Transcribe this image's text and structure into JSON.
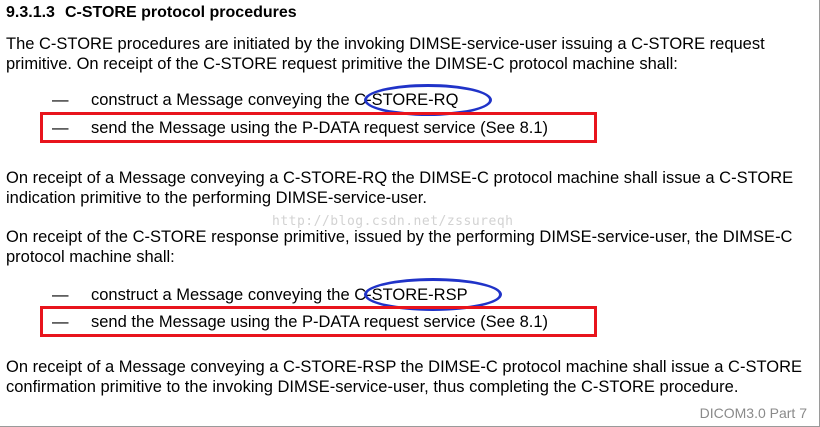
{
  "section": {
    "number": "9.3.1.3",
    "title": "C-STORE protocol procedures"
  },
  "intro": "The C-STORE procedures are initiated by the invoking DIMSE-service-user issuing a C-STORE request primitive. On receipt of the C-STORE request primitive the DIMSE-C protocol machine shall:",
  "request_steps": [
    {
      "dash": "—",
      "text_before": "construct a Message conveying the ",
      "highlight": "C-STORE-RQ"
    },
    {
      "dash": "—",
      "text": "send the Message using the P-DATA request service (See 8.1)"
    }
  ],
  "indication_paragraph": "On receipt of a Message conveying a C-STORE-RQ the DIMSE-C protocol machine shall issue a C-STORE indication primitive to the performing DIMSE-service-user.",
  "response_paragraph": "On receipt of the C-STORE response primitive, issued by the performing DIMSE-service-user, the DIMSE-C protocol machine shall:",
  "response_steps": [
    {
      "dash": "—",
      "text_before": "construct a Message conveying the ",
      "highlight": "C-STORE-RSP"
    },
    {
      "dash": "—",
      "text": "send the Message using the P-DATA request service (See 8.1)"
    }
  ],
  "confirmation_paragraph": "On receipt of a Message conveying a C-STORE-RSP the DIMSE-C protocol machine shall issue a C-STORE confirmation primitive to the invoking DIMSE-service-user, thus completing the C-STORE procedure.",
  "watermark": "http://blog.csdn.net/zssureqh",
  "caption": "DICOM3.0 Part 7",
  "colors": {
    "highlight_box": "#e8141c",
    "highlight_ellipse": "#2033c8",
    "caption_text": "#8a8a8a"
  }
}
